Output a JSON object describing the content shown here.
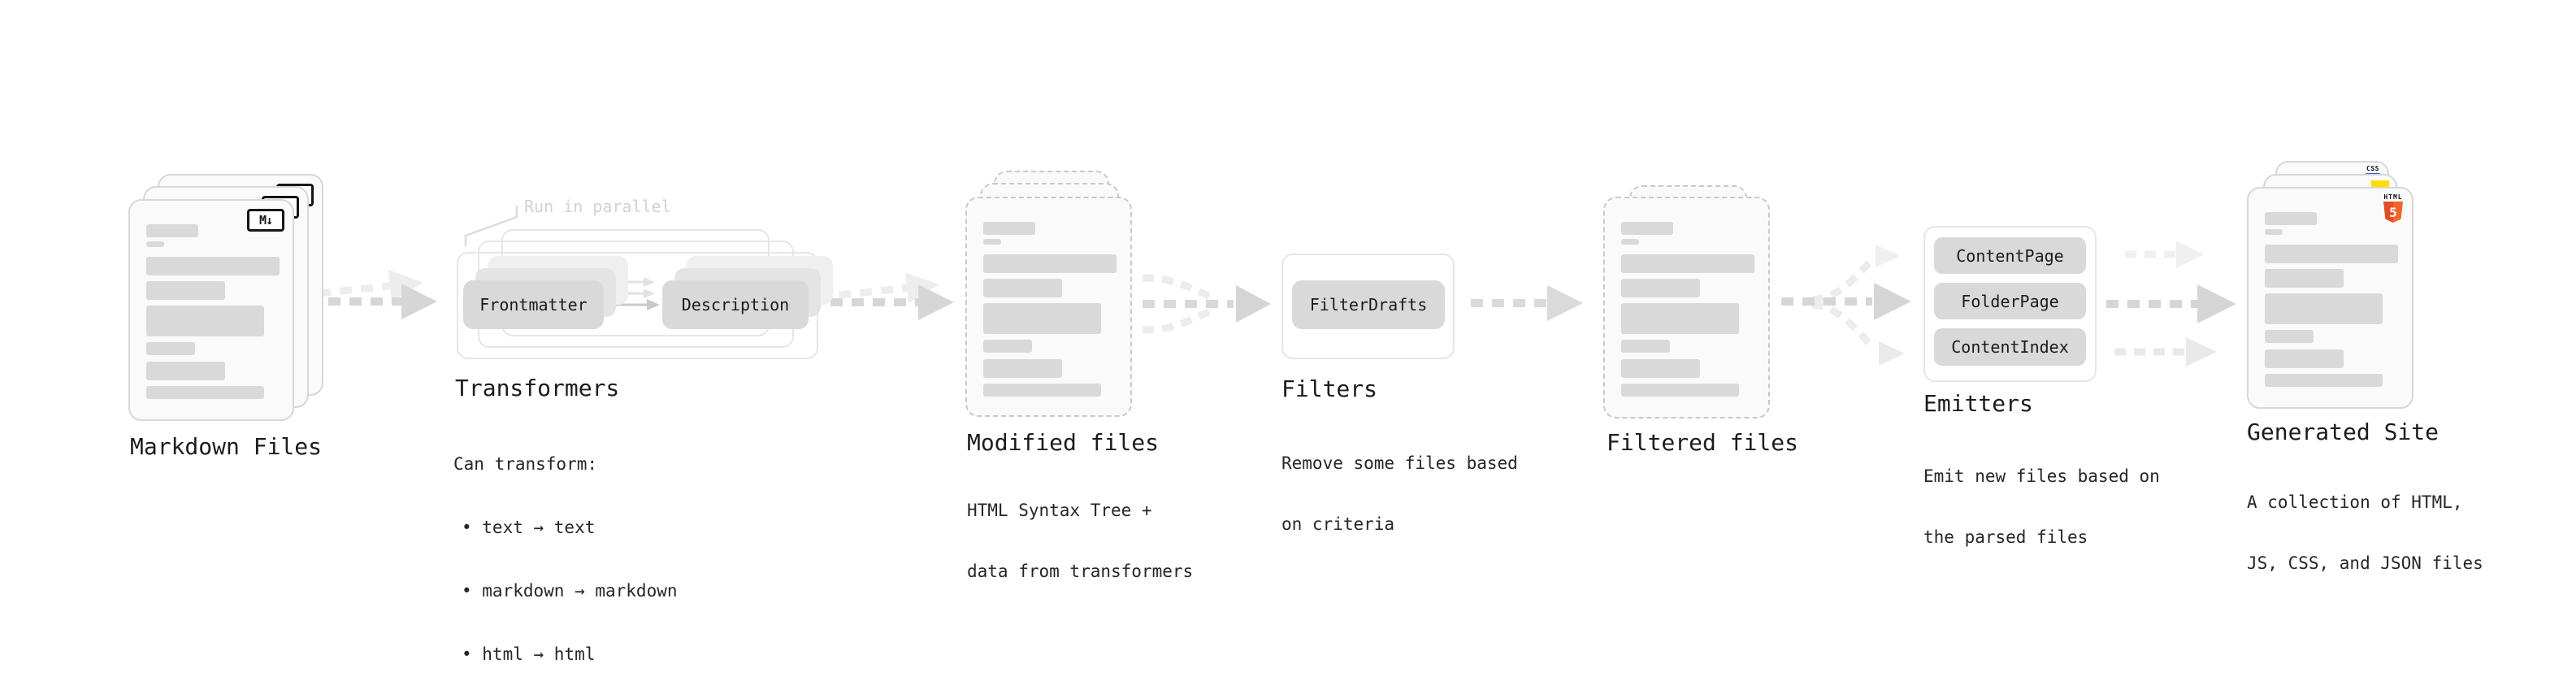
{
  "diagram": {
    "markdown_files": {
      "title": "Markdown Files",
      "badge_label": "M↓"
    },
    "transformers": {
      "title": "Transformers",
      "annotation": "Run in parallel",
      "pill_frontmatter": "Frontmatter",
      "pill_description": "Description",
      "body_line1": "Can transform:",
      "body_line2": "• text → text",
      "body_line3": "• markdown → markdown",
      "body_line4": "• html → html"
    },
    "modified_files": {
      "title": "Modified files",
      "body_line1": "HTML Syntax Tree +",
      "body_line2": "data from transformers"
    },
    "filters": {
      "title": "Filters",
      "pill_filter_drafts": "FilterDrafts",
      "body_line1": "Remove some files based",
      "body_line2": "on criteria"
    },
    "filtered_files": {
      "title": "Filtered files"
    },
    "emitters": {
      "title": "Emitters",
      "pill_content_page": "ContentPage",
      "pill_folder_page": "FolderPage",
      "pill_content_index": "ContentIndex",
      "body_line1": "Emit new files based on",
      "body_line2": "the parsed files"
    },
    "generated_site": {
      "title": "Generated Site",
      "css_badge_label": "CSS",
      "html_badge_label": "HTML",
      "html_badge_number": "5",
      "body_line1": "A collection of HTML,",
      "body_line2": "JS, CSS, and JSON files"
    },
    "colors": {
      "html5_shield_left": "#E44D26",
      "html5_shield_right": "#F16529",
      "css_badge_blue": "#2760E6",
      "js_badge_yellow": "#FFDE00",
      "skeleton_bar_gray": "#D9D9D9",
      "pill_gray": "#D9D9D9"
    }
  }
}
